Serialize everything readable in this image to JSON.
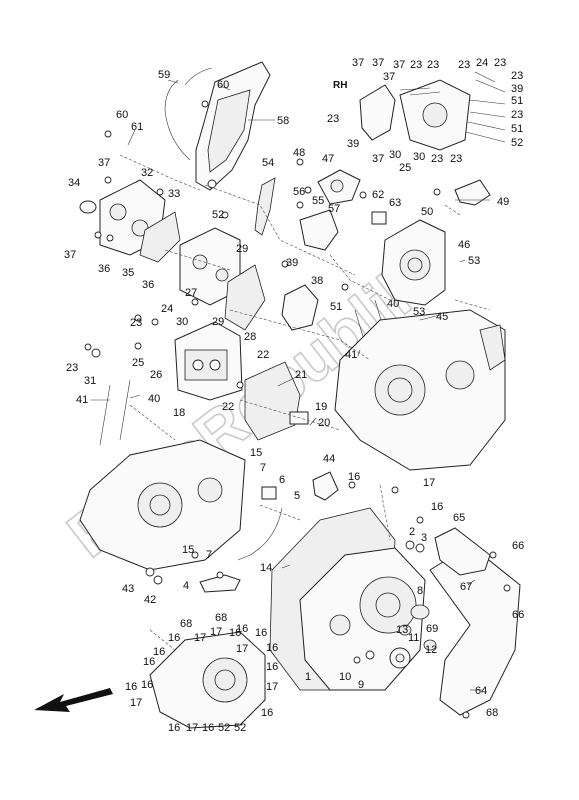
{
  "diagram": {
    "side_label": "RH",
    "watermark": "PartsRepublik",
    "callouts": [
      {
        "id": "c59",
        "text": "59"
      },
      {
        "id": "c60a",
        "text": "60"
      },
      {
        "id": "c58",
        "text": "58"
      },
      {
        "id": "c60b",
        "text": "60"
      },
      {
        "id": "c61",
        "text": "61"
      },
      {
        "id": "c37a",
        "text": "37"
      },
      {
        "id": "c34",
        "text": "34"
      },
      {
        "id": "c32",
        "text": "32"
      },
      {
        "id": "c33",
        "text": "33"
      },
      {
        "id": "c37b",
        "text": "37"
      },
      {
        "id": "c36a",
        "text": "36"
      },
      {
        "id": "c35",
        "text": "35"
      },
      {
        "id": "c36b",
        "text": "36"
      },
      {
        "id": "c54",
        "text": "54"
      },
      {
        "id": "c48",
        "text": "48"
      },
      {
        "id": "c47",
        "text": "47"
      },
      {
        "id": "c56",
        "text": "56"
      },
      {
        "id": "c55",
        "text": "55"
      },
      {
        "id": "c57",
        "text": "57"
      },
      {
        "id": "c62",
        "text": "62"
      },
      {
        "id": "c63",
        "text": "63"
      },
      {
        "id": "c50",
        "text": "50"
      },
      {
        "id": "c49",
        "text": "49"
      },
      {
        "id": "c52a",
        "text": "52"
      },
      {
        "id": "c29a",
        "text": "29"
      },
      {
        "id": "c46",
        "text": "46"
      },
      {
        "id": "c53a",
        "text": "53"
      },
      {
        "id": "c39a",
        "text": "39"
      },
      {
        "id": "c38",
        "text": "38"
      },
      {
        "id": "c51a",
        "text": "51"
      },
      {
        "id": "c40a",
        "text": "40"
      },
      {
        "id": "c53b",
        "text": "53"
      },
      {
        "id": "c45",
        "text": "45"
      },
      {
        "id": "c24",
        "text": "24"
      },
      {
        "id": "c23a",
        "text": "23"
      },
      {
        "id": "c30a",
        "text": "30"
      },
      {
        "id": "c29b",
        "text": "29"
      },
      {
        "id": "c27",
        "text": "27"
      },
      {
        "id": "c28",
        "text": "28"
      },
      {
        "id": "c22a",
        "text": "22"
      },
      {
        "id": "c25",
        "text": "25"
      },
      {
        "id": "c26",
        "text": "26"
      },
      {
        "id": "c23b",
        "text": "23"
      },
      {
        "id": "c31",
        "text": "31"
      },
      {
        "id": "c41a",
        "text": "41"
      },
      {
        "id": "c40b",
        "text": "40"
      },
      {
        "id": "c18",
        "text": "18"
      },
      {
        "id": "c22b",
        "text": "22"
      },
      {
        "id": "c21",
        "text": "21"
      },
      {
        "id": "c19",
        "text": "19"
      },
      {
        "id": "c20",
        "text": "20"
      },
      {
        "id": "c41b",
        "text": "41"
      },
      {
        "id": "c15a",
        "text": "15"
      },
      {
        "id": "c7a",
        "text": "7"
      },
      {
        "id": "c6",
        "text": "6"
      },
      {
        "id": "c44",
        "text": "44"
      },
      {
        "id": "c16a",
        "text": "16"
      },
      {
        "id": "c17a",
        "text": "17"
      },
      {
        "id": "c5",
        "text": "5"
      },
      {
        "id": "c16b",
        "text": "16"
      },
      {
        "id": "c65",
        "text": "65"
      },
      {
        "id": "c15b",
        "text": "15"
      },
      {
        "id": "c2",
        "text": "2"
      },
      {
        "id": "c3",
        "text": "3"
      },
      {
        "id": "c66a",
        "text": "66"
      },
      {
        "id": "c7b",
        "text": "7"
      },
      {
        "id": "c14",
        "text": "14"
      },
      {
        "id": "c43",
        "text": "43"
      },
      {
        "id": "c42",
        "text": "42"
      },
      {
        "id": "c4",
        "text": "4"
      },
      {
        "id": "c8",
        "text": "8"
      },
      {
        "id": "c67",
        "text": "67"
      },
      {
        "id": "c66b",
        "text": "66"
      },
      {
        "id": "c68a",
        "text": "68"
      },
      {
        "id": "c17b",
        "text": "17"
      },
      {
        "id": "c16c",
        "text": "16"
      },
      {
        "id": "c16d",
        "text": "16"
      },
      {
        "id": "c13",
        "text": "13"
      },
      {
        "id": "c11",
        "text": "11"
      },
      {
        "id": "c69",
        "text": "69"
      },
      {
        "id": "c12",
        "text": "12"
      },
      {
        "id": "c1",
        "text": "1"
      },
      {
        "id": "c10",
        "text": "10"
      },
      {
        "id": "c9",
        "text": "9"
      },
      {
        "id": "c64",
        "text": "64"
      },
      {
        "id": "c68b",
        "text": "68"
      },
      {
        "id": "c68c",
        "text": "68"
      },
      {
        "id": "c17c",
        "text": "17"
      },
      {
        "id": "c16e",
        "text": "16"
      },
      {
        "id": "c16f",
        "text": "16"
      },
      {
        "id": "c17d",
        "text": "17"
      },
      {
        "id": "c16g",
        "text": "16"
      },
      {
        "id": "c16h",
        "text": "16"
      },
      {
        "id": "c17e",
        "text": "17"
      },
      {
        "id": "c16i",
        "text": "16"
      },
      {
        "id": "c16j",
        "text": "16"
      },
      {
        "id": "c17f",
        "text": "17"
      },
      {
        "id": "c16k",
        "text": "16"
      },
      {
        "id": "c16l",
        "text": "16"
      },
      {
        "id": "c16m",
        "text": "16"
      },
      {
        "id": "c16n",
        "text": "16"
      },
      {
        "id": "c17g",
        "text": "17"
      },
      {
        "id": "c16o",
        "text": "16"
      },
      {
        "id": "c52b",
        "text": "52"
      },
      {
        "id": "c52c",
        "text": "52"
      },
      {
        "id": "c37c",
        "text": "37"
      },
      {
        "id": "c37d",
        "text": "37"
      },
      {
        "id": "c37e",
        "text": "37"
      },
      {
        "id": "c23c",
        "text": "23"
      },
      {
        "id": "c23d",
        "text": "23"
      },
      {
        "id": "c23e",
        "text": "23"
      },
      {
        "id": "c24b",
        "text": "24"
      },
      {
        "id": "c23f",
        "text": "23"
      },
      {
        "id": "c23g",
        "text": "23"
      },
      {
        "id": "c39b",
        "text": "39"
      },
      {
        "id": "c51b",
        "text": "51"
      },
      {
        "id": "c37f",
        "text": "37"
      },
      {
        "id": "c23h",
        "text": "23"
      },
      {
        "id": "c23i",
        "text": "23"
      },
      {
        "id": "c51c",
        "text": "51"
      },
      {
        "id": "c52d",
        "text": "52"
      },
      {
        "id": "c39c",
        "text": "39"
      },
      {
        "id": "c37g",
        "text": "37"
      },
      {
        "id": "c30b",
        "text": "30"
      },
      {
        "id": "c30c",
        "text": "30"
      },
      {
        "id": "c25b",
        "text": "25"
      },
      {
        "id": "c23j",
        "text": "23"
      },
      {
        "id": "c23k",
        "text": "23"
      }
    ]
  }
}
